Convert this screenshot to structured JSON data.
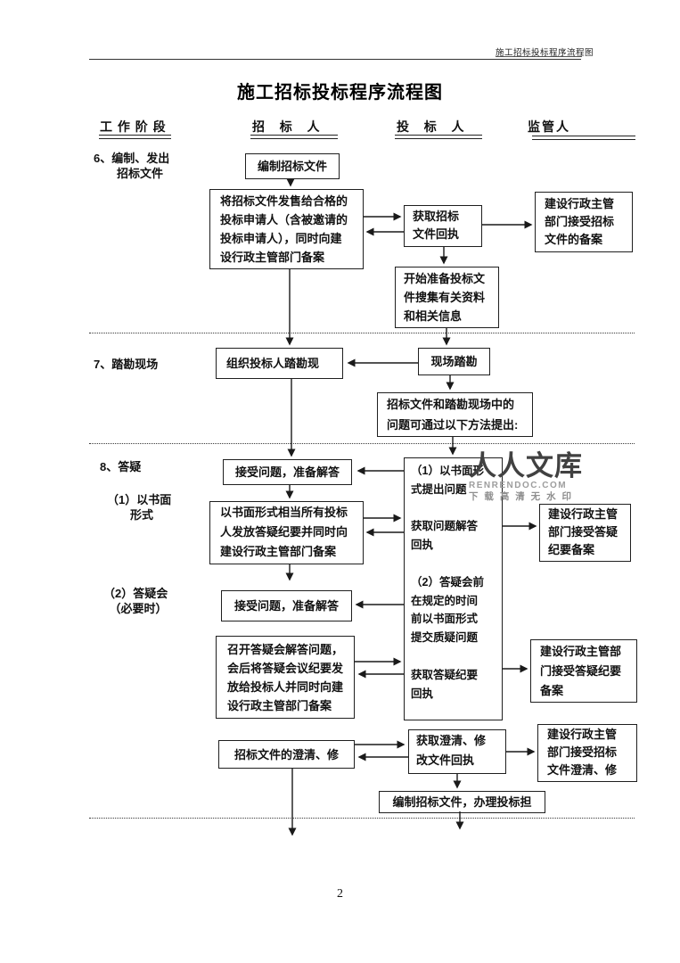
{
  "page": {
    "header_text": "施工招标投标程序流程图",
    "title": "施工招标投标程序流程图",
    "page_number": "2"
  },
  "columns": {
    "stage": "工 作 阶 段",
    "tenderer": "招  标  人",
    "bidder": "投  标  人",
    "supervisor": "监管人"
  },
  "phases": {
    "p6": "6、编制、发出\n　　招标文件",
    "p7": "7、踏勘现场",
    "p8": "8、答疑",
    "p8_1": "（1）以书面\n　　形式",
    "p8_2": "（2）答疑会\n　（必要时）"
  },
  "boxes": {
    "b1": "编制招标文件",
    "b2": "将招标文件发售给合格的\n投标申请人（含被邀请的\n投标申请人），同时向建\n设行政主管部门备案",
    "b3": "获取招标\n文件回执",
    "b4": "建设行政主管\n部门接受招标\n文件的备案",
    "b5": "开始准备投标文\n件搜集有关资料\n和相关信息",
    "b6": "组织投标人踏勘现",
    "b7": "现场踏勘",
    "b8": "招标文件和踏勘现场中的\n问题可通过以下方法提出:",
    "b9": "接受问题，准备解答",
    "b10": "（1）以书面形\n式提出问题\n\n获取问题解答\n回执\n\n（2）答疑会前\n在规定的时间\n前以书面形式\n提交质疑问题\n\n获取答疑纪要\n回执",
    "b11": "以书面形式相当所有投标\n人发放答疑纪要并同时向\n建设行政主管部门备案",
    "b12": "建设行政主管\n部门接受答疑\n纪要备案",
    "b13": "接受问题，准备解答",
    "b14": "召开答疑会解答问题，\n会后将答疑会议纪要发\n放给投标人并同时向建\n设行政主管部门备案",
    "b15": "建设行政主管部\n门接受答疑纪要\n备案",
    "b16": "招标文件的澄清、修",
    "b17": "获取澄清、修\n改文件回执",
    "b18": "建设行政主管\n部门接受招标\n文件澄清、修",
    "b19": "编制招标文件，办理投标担"
  },
  "watermark": {
    "brand": "人人文库",
    "domain": "RENRENDOC.COM",
    "tagline": "下 载 高 清 无 水 印",
    "brand_color": "#414141",
    "domain_color": "#9d9d9d",
    "tagline_color": "#8f8f8f"
  },
  "colors": {
    "ink": "#1a1a1a",
    "box_border": "#1f1f1f",
    "paper": "#ffffff"
  }
}
